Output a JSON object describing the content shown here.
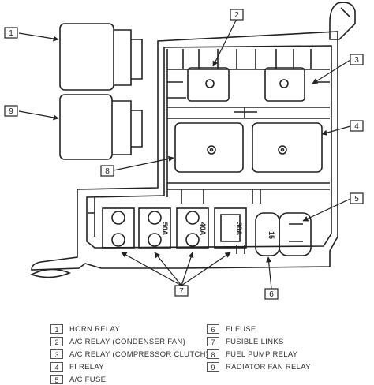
{
  "callouts": [
    {
      "number": "1"
    },
    {
      "number": "2"
    },
    {
      "number": "3"
    },
    {
      "number": "4"
    },
    {
      "number": "5"
    },
    {
      "number": "6"
    },
    {
      "number": "7"
    },
    {
      "number": "8"
    },
    {
      "number": "9"
    }
  ],
  "fuse_markings": {
    "fuse_a": "50A",
    "fuse_b": "40A",
    "fuse_c": "30A",
    "fi_fuse": "15"
  },
  "legend": [
    {
      "number": "1",
      "label": "HORN RELAY"
    },
    {
      "number": "2",
      "label": "A/C RELAY (CONDENSER FAN)"
    },
    {
      "number": "3",
      "label": "A/C RELAY (COMPRESSOR CLUTCH)"
    },
    {
      "number": "4",
      "label": "FI RELAY"
    },
    {
      "number": "5",
      "label": "A/C FUSE"
    },
    {
      "number": "6",
      "label": "FI FUSE"
    },
    {
      "number": "7",
      "label": "FUSIBLE LINKS"
    },
    {
      "number": "8",
      "label": "FUEL PUMP RELAY"
    },
    {
      "number": "9",
      "label": "RADIATOR FAN RELAY"
    }
  ]
}
